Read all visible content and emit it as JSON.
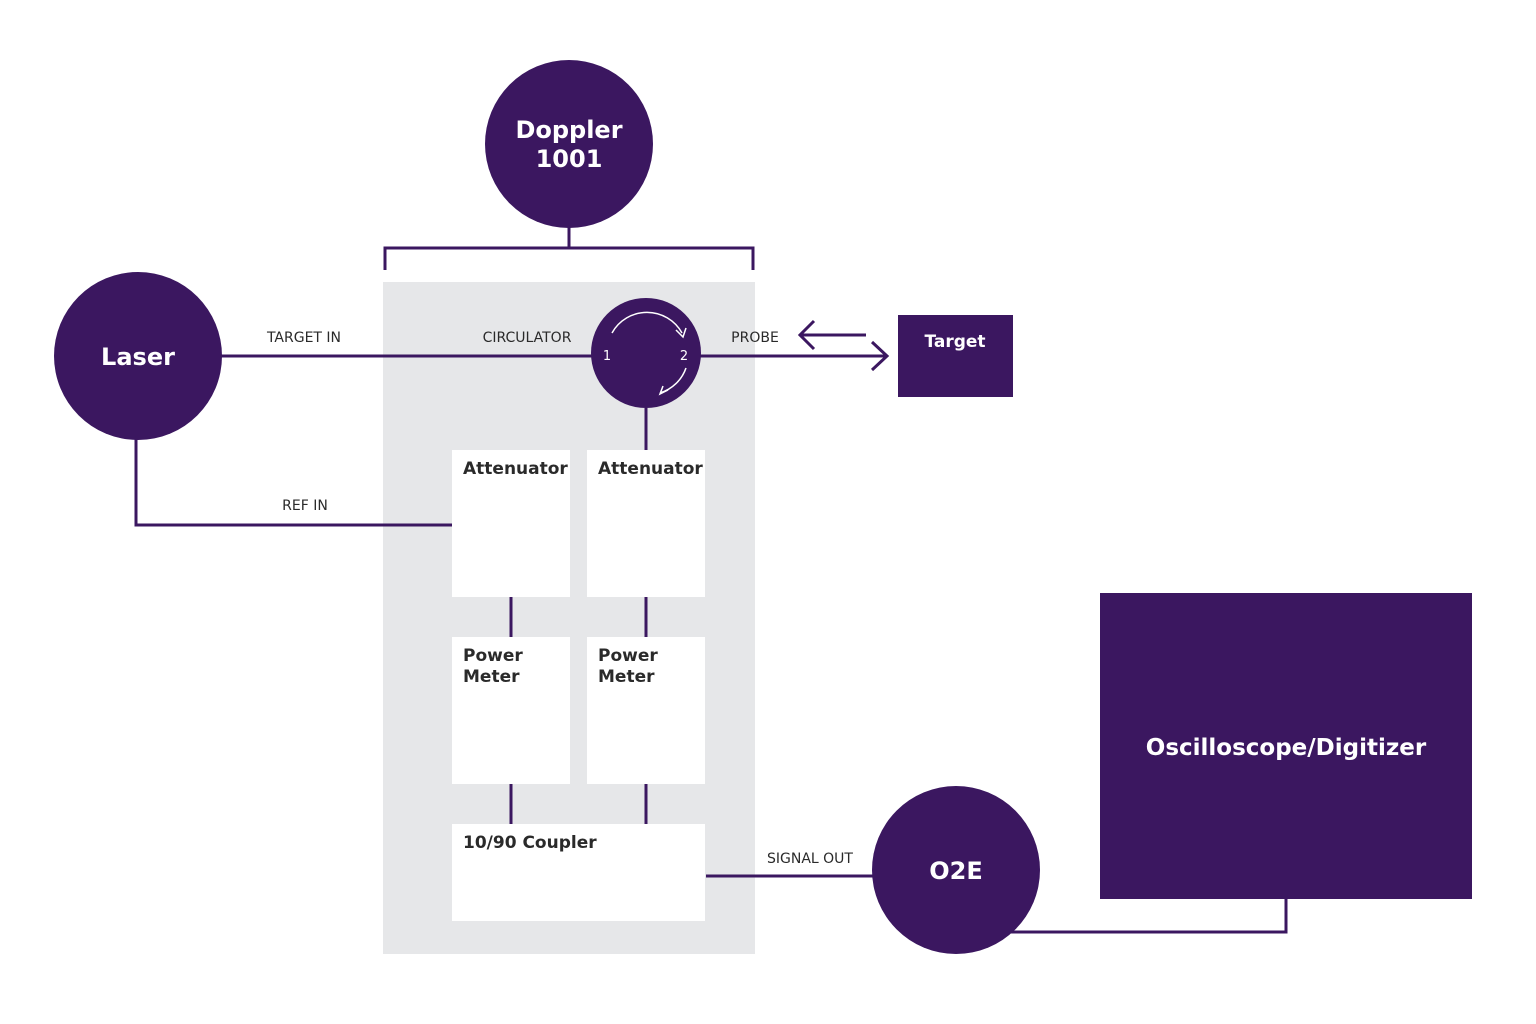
{
  "colors": {
    "primary": "#3b1760",
    "panel": "#e6e7e9",
    "box": "#ffffff",
    "box_text": "#2a2a2a",
    "node_text": "#ffffff"
  },
  "nodes": {
    "doppler": {
      "line1": "Doppler",
      "line2": "1001"
    },
    "laser": {
      "label": "Laser"
    },
    "target": {
      "label": "Target"
    },
    "o2e": {
      "label": "O2E"
    },
    "oscilloscope": {
      "label": "Oscilloscope/Digitizer"
    },
    "circulator": {
      "port1": "1",
      "port2": "2"
    }
  },
  "boxes": {
    "attenuator_left": {
      "label": "Attenuator"
    },
    "attenuator_right": {
      "label": "Attenuator"
    },
    "power_meter_left": {
      "line1": "Power",
      "line2": "Meter"
    },
    "power_meter_right": {
      "line1": "Power",
      "line2": "Meter"
    },
    "coupler": {
      "label": "10/90 Coupler"
    }
  },
  "connections": {
    "target_in": "TARGET IN",
    "circulator": "CIRCULATOR",
    "probe": "PROBE",
    "ref_in": "REF IN",
    "signal_out": "SIGNAL OUT"
  }
}
